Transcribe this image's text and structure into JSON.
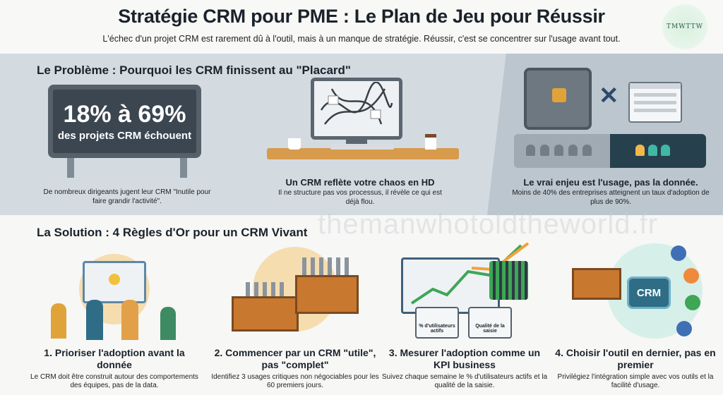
{
  "header": {
    "title": "Stratégie CRM pour PME : Le Plan de Jeu pour Réussir",
    "subtitle": "L'échec d'un projet CRM est rarement dû à l'outil, mais à un manque de stratégie. Réussir, c'est se concentrer sur l'usage avant tout.",
    "logo_text": "TMWTTW"
  },
  "problem": {
    "title": "Le Problème : Pourquoi les CRM finissent au \"Placard\"",
    "stat": "18% à 69%",
    "stat_sub": "des projets CRM échouent",
    "items": [
      {
        "desc": "De nombreux dirigeants jugent leur CRM \"Inutile pour faire grandir l'activité\"."
      },
      {
        "title": "Un CRM reflète votre chaos en HD",
        "desc": "Il ne structure pas vos processus, il révèle ce qui est déjà flou."
      },
      {
        "title": "Le vrai enjeu est l'usage, pas la donnée.",
        "desc": "Moins de 40% des entreprises atteignent un taux d'adoption de plus de 90%."
      }
    ]
  },
  "watermark": "themanwhotoldtheworld.fr",
  "solution": {
    "title": "La Solution : 4 Règles d'Or pour un CRM Vivant",
    "gauges": [
      "% d'utilisateurs actifs",
      "Qualité de la saisie"
    ],
    "crm_badge": "CRM",
    "rules": [
      {
        "title": "1. Prioriser l'adoption avant la donnée",
        "desc": "Le CRM doit être construit autour des comportements des équipes, pas de la data."
      },
      {
        "title": "2. Commencer par un CRM \"utile\", pas \"complet\"",
        "desc": "Identifiez 3 usages critiques non négociables pour les 60 premiers jours."
      },
      {
        "title": "3. Mesurer l'adoption comme un KPI business",
        "desc": "Suivez chaque semaine le % d'utilisateurs actifs et la qualité de la saisie."
      },
      {
        "title": "4. Choisir l'outil en dernier, pas en premier",
        "desc": "Privilégiez l'intégration simple avec vos outils et la facilité d'usage."
      }
    ]
  }
}
